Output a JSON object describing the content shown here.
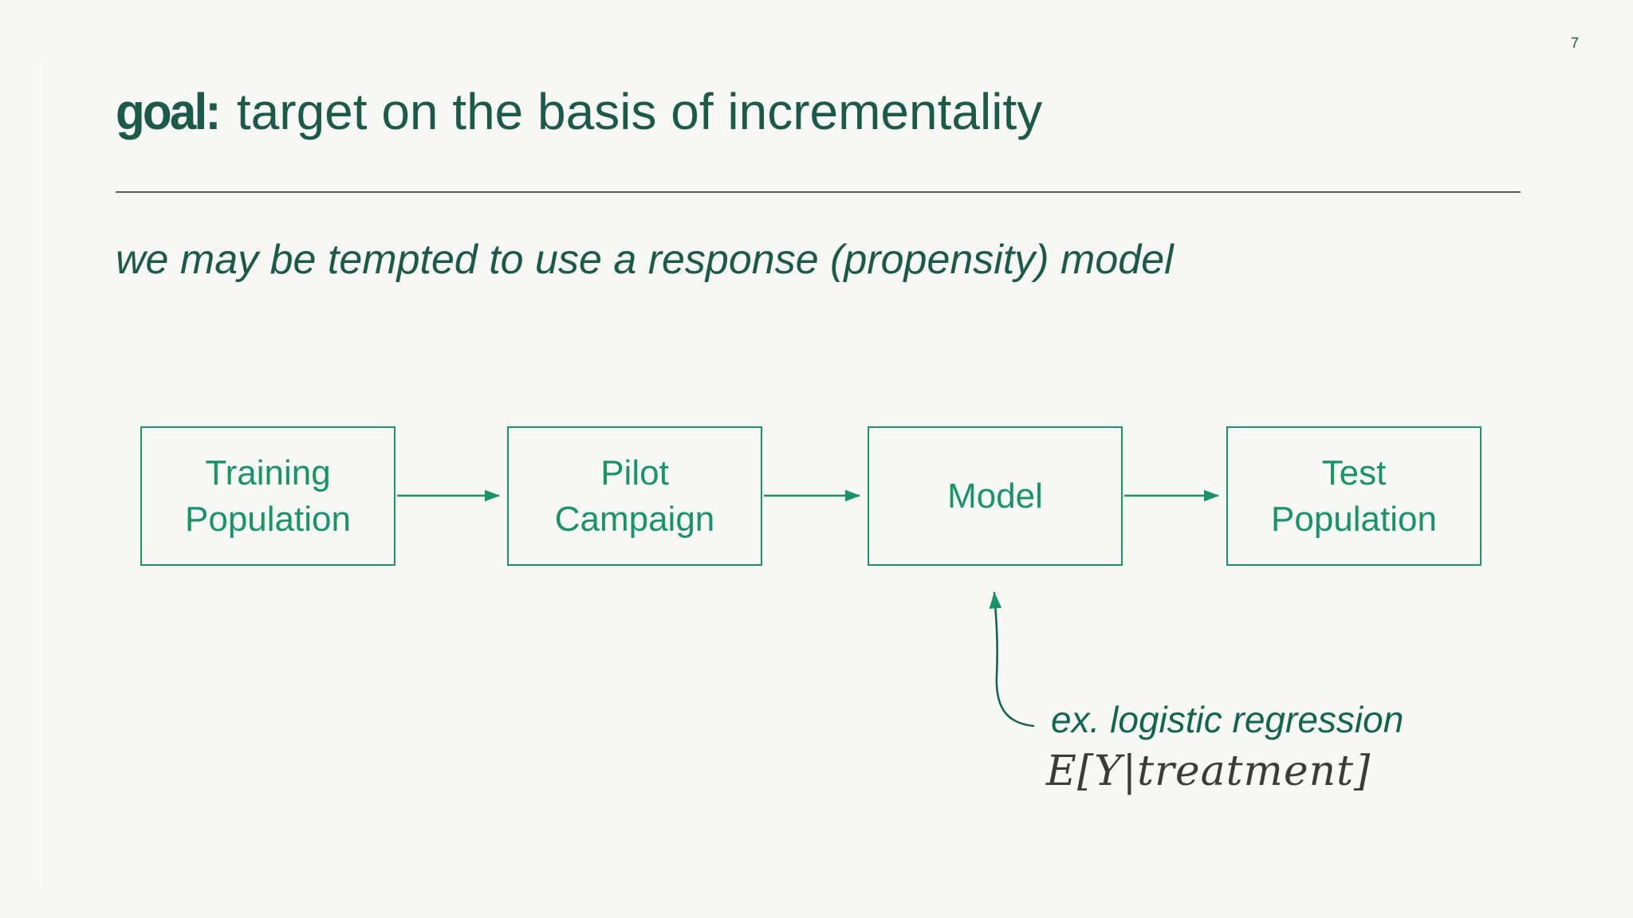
{
  "slide": {
    "page_number": "7",
    "title": {
      "lead": "goal:",
      "rest": "target on the basis of incrementality"
    },
    "subtitle": "we may be tempted to use a response (propensity) model"
  },
  "diagram": {
    "type": "flowchart",
    "direction": "left-to-right",
    "nodes": [
      {
        "line1": "Training",
        "line2": "Population"
      },
      {
        "line1": "Pilot",
        "line2": "Campaign"
      },
      {
        "line1": "Model",
        "line2": ""
      },
      {
        "line1": "Test",
        "line2": "Population"
      }
    ],
    "edges": [
      "Training Population -> Pilot Campaign",
      "Pilot Campaign -> Model",
      "Model -> Test Population"
    ],
    "annotation": {
      "target": "Model",
      "text": "ex. logistic regression",
      "formula": "E[Y|treatment]"
    }
  },
  "colors": {
    "background": "#f7f7f6",
    "title_green": "#1b5a49",
    "node_green": "#17946a",
    "annotation_green": "#13664e",
    "formula_gray": "#3b3b3b",
    "rule_gray": "#5c5c5c"
  }
}
